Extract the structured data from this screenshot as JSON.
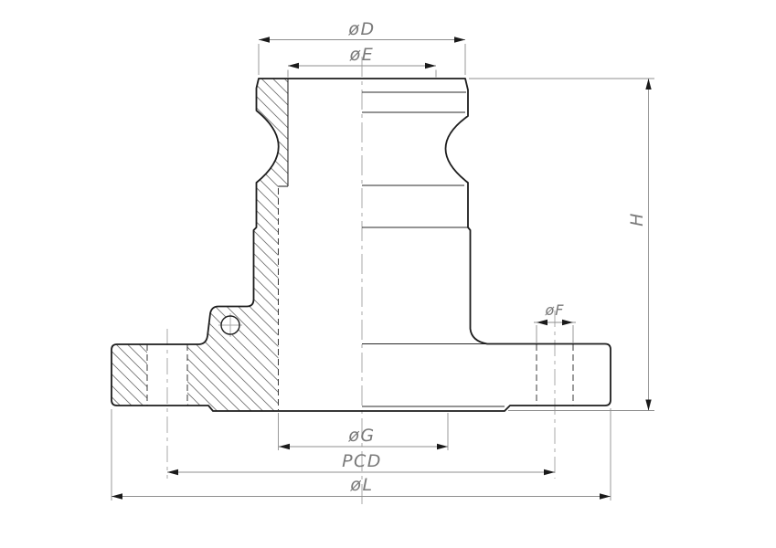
{
  "drawing": {
    "labels": {
      "d": "øD",
      "e": "øE",
      "f": "øF",
      "g": "øG",
      "pcd": "PCD",
      "l": "øL",
      "h": "H"
    }
  },
  "colors": {
    "background": "#ffffff",
    "outline": "#1d1d1d",
    "internal": "#2a2a2a",
    "hidden": "#3a3a3a",
    "hatch": "#6f6f6f",
    "dimension": "#8f8f8f",
    "arrow": "#1a1a1a",
    "label": "#7a7a7a",
    "centerline": "#a9a9a9"
  }
}
